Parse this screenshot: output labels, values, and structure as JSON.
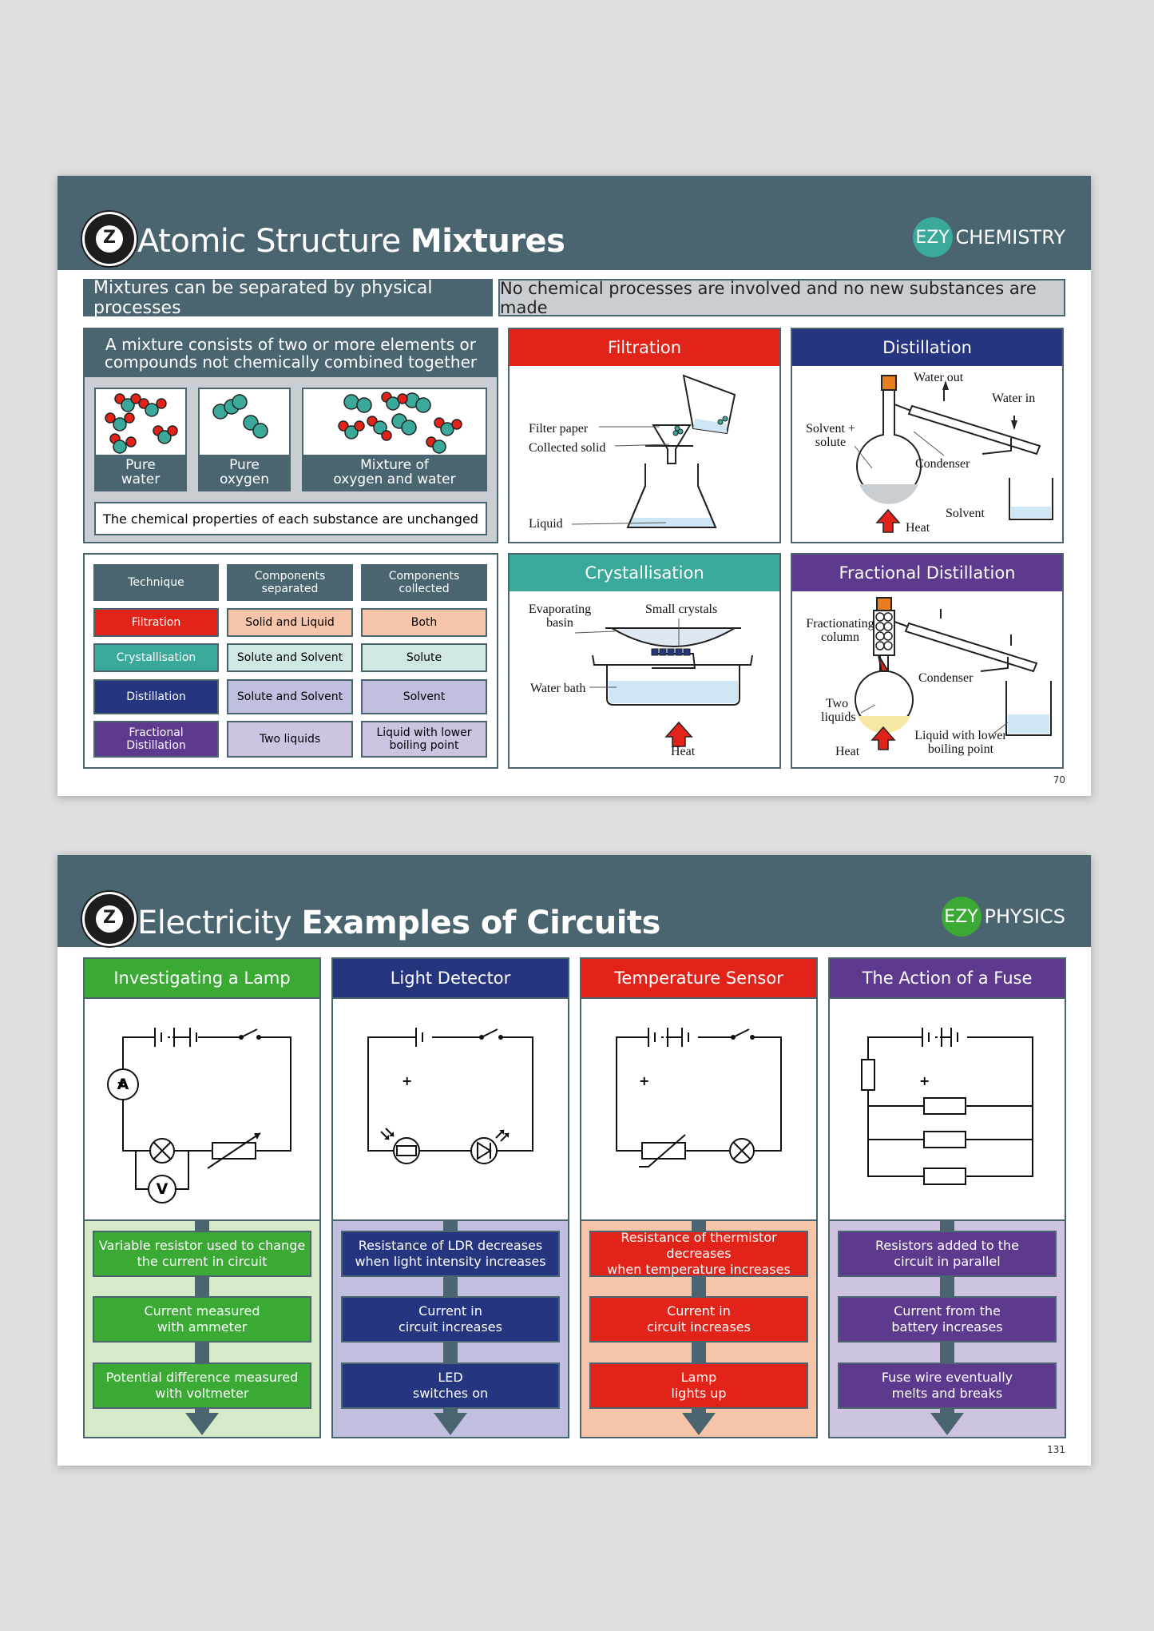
{
  "card1": {
    "title_light": "Atomic Structure",
    "title_bold": "Mixtures",
    "brand_circle": "EZY",
    "brand_word": "CHEMISTRY",
    "brand_color": "#3aa99a",
    "page_number": "70",
    "banner_left": "Mixtures can be separated by physical processes",
    "banner_right": "No chemical processes are involved and no new substances are made",
    "mixture_box": {
      "heading_line1": "A mixture consists of two or more elements or",
      "heading_line2": "compounds not chemically combined together",
      "items": [
        {
          "line1": "Pure",
          "line2": "water"
        },
        {
          "line1": "Pure",
          "line2": "oxygen"
        },
        {
          "line1": "Mixture of",
          "line2": "oxygen and water"
        }
      ],
      "footer": "The chemical properties of each substance are unchanged"
    },
    "table": {
      "headers": [
        [
          "Technique"
        ],
        [
          "Components",
          "separated"
        ],
        [
          "Components",
          "collected"
        ]
      ],
      "rows": [
        {
          "technique": [
            "Filtration"
          ],
          "separated": "Solid and Liquid",
          "collected": [
            "Both"
          ]
        },
        {
          "technique": [
            "Crystallisation"
          ],
          "separated": "Solute and Solvent",
          "collected": [
            "Solute"
          ]
        },
        {
          "technique": [
            "Distillation"
          ],
          "separated": "Solute and Solvent",
          "collected": [
            "Solvent"
          ]
        },
        {
          "technique": [
            "Fractional",
            "Distillation"
          ],
          "separated": "Two liquids",
          "collected": [
            "Liquid with lower",
            "boiling point"
          ]
        }
      ]
    },
    "filtration": {
      "title": "Filtration",
      "color": "#e2231a",
      "labels": {
        "filter_paper": "Filter paper",
        "collected_solid": "Collected solid",
        "liquid": "Liquid"
      }
    },
    "distillation": {
      "title": "Distillation",
      "color": "#263580",
      "labels": {
        "water_out": "Water out",
        "water_in": "Water in",
        "solvent_solute_1": "Solvent +",
        "solvent_solute_2": "solute",
        "condenser": "Condenser",
        "solvent": "Solvent",
        "heat": "Heat"
      }
    },
    "crystallisation": {
      "title": "Crystallisation",
      "color": "#3aa99a",
      "labels": {
        "evap_1": "Evaporating",
        "evap_2": "basin",
        "small_crystals": "Small crystals",
        "water_bath": "Water bath",
        "heat": "Heat"
      }
    },
    "fractional": {
      "title": "Fractional Distillation",
      "color": "#5d3a8e",
      "labels": {
        "frac_1": "Fractionating",
        "frac_2": "column",
        "condenser": "Condenser",
        "two_1": "Two",
        "two_2": "liquids",
        "liq_1": "Liquid with lower",
        "liq_2": "boiling point",
        "heat": "Heat"
      }
    }
  },
  "card2": {
    "title_light": "Electricity",
    "title_bold": "Examples of Circuits",
    "brand_circle": "EZY",
    "brand_word": "PHYSICS",
    "brand_color": "#3aaa35",
    "page_number": "131",
    "columns": [
      {
        "title": "Investigating a Lamp",
        "color": "#3aaa35",
        "bg": "#d6e9c8",
        "symbols": {
          "ammeter": "A",
          "voltmeter": "V",
          "plus": "+"
        },
        "steps": [
          [
            "Variable resistor used to change",
            "the current in circuit"
          ],
          [
            "Current measured",
            "with ammeter"
          ],
          [
            "Potential difference measured",
            "with voltmeter"
          ]
        ]
      },
      {
        "title": "Light Detector",
        "color": "#263580",
        "bg": "#c0bfdf",
        "symbols": {
          "plus": "+"
        },
        "steps": [
          [
            "Resistance of LDR decreases",
            "when light intensity increases"
          ],
          [
            "Current in",
            "circuit increases"
          ],
          [
            "LED",
            "switches on"
          ]
        ]
      },
      {
        "title": "Temperature Sensor",
        "color": "#e2231a",
        "bg": "#f6c4a9",
        "symbols": {
          "plus": "+"
        },
        "steps": [
          [
            "Resistance of thermistor decreases",
            "when temperature increases"
          ],
          [
            "Current in",
            "circuit increases"
          ],
          [
            "Lamp",
            "lights up"
          ]
        ]
      },
      {
        "title": "The Action of a Fuse",
        "color": "#5d3a8e",
        "bg": "#cfc3e2",
        "symbols": {
          "plus": "+"
        },
        "steps": [
          [
            "Resistors added to the",
            "circuit in parallel"
          ],
          [
            "Current from the",
            "battery increases"
          ],
          [
            "Fuse wire eventually",
            "melts and breaks"
          ]
        ]
      }
    ]
  }
}
